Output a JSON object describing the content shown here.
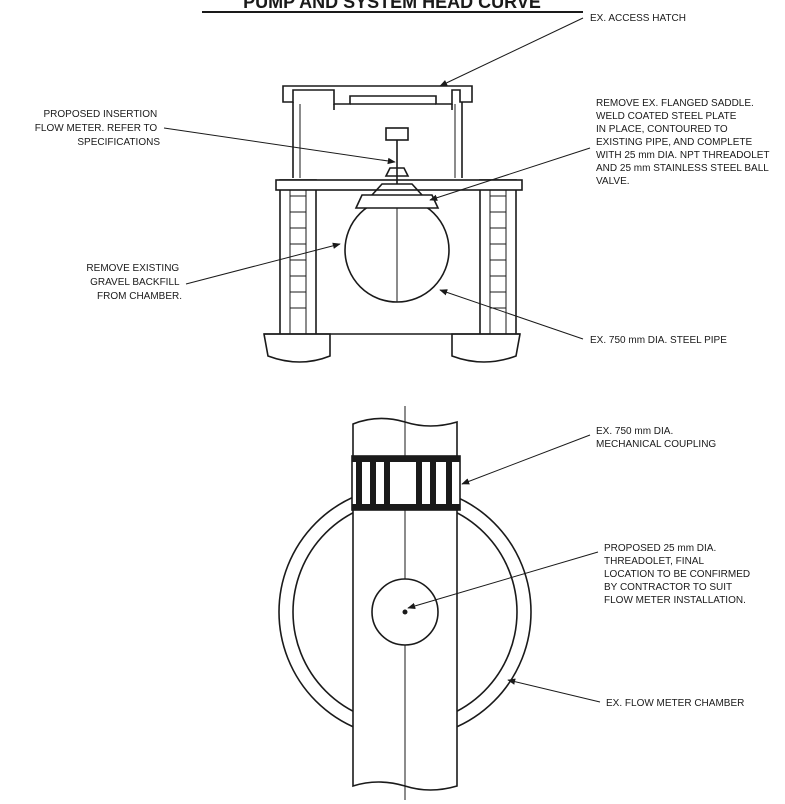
{
  "title": "PUMP AND SYSTEM HEAD CURVE",
  "colors": {
    "ink": "#1a1a1a",
    "paper": "#ffffff"
  },
  "section_view": {
    "callouts": {
      "access_hatch": [
        "EX. ACCESS HATCH"
      ],
      "flow_meter": [
        "PROPOSED INSERTION",
        "FLOW METER. REFER TO",
        "SPECIFICATIONS"
      ],
      "saddle": [
        "REMOVE EX. FLANGED SADDLE.",
        "WELD COATED STEEL PLATE",
        "IN PLACE, CONTOURED TO",
        "EXISTING PIPE, AND COMPLETE",
        "WITH 25 mm DIA. NPT THREADOLET",
        "AND 25 mm STAINLESS STEEL BALL",
        "VALVE."
      ],
      "gravel": [
        "REMOVE EXISTING",
        "GRAVEL BACKFILL",
        "FROM CHAMBER."
      ],
      "steel_pipe": [
        "EX. 750 mm DIA. STEEL PIPE"
      ]
    }
  },
  "plan_view": {
    "callouts": {
      "coupling": [
        "EX. 750 mm DIA.",
        "MECHANICAL COUPLING"
      ],
      "threadolet": [
        "PROPOSED 25 mm DIA.",
        "THREADOLET, FINAL",
        "LOCATION TO BE CONFIRMED",
        "BY CONTRACTOR TO SUIT",
        "FLOW METER INSTALLATION."
      ],
      "chamber": [
        "EX. FLOW METER CHAMBER"
      ]
    }
  }
}
